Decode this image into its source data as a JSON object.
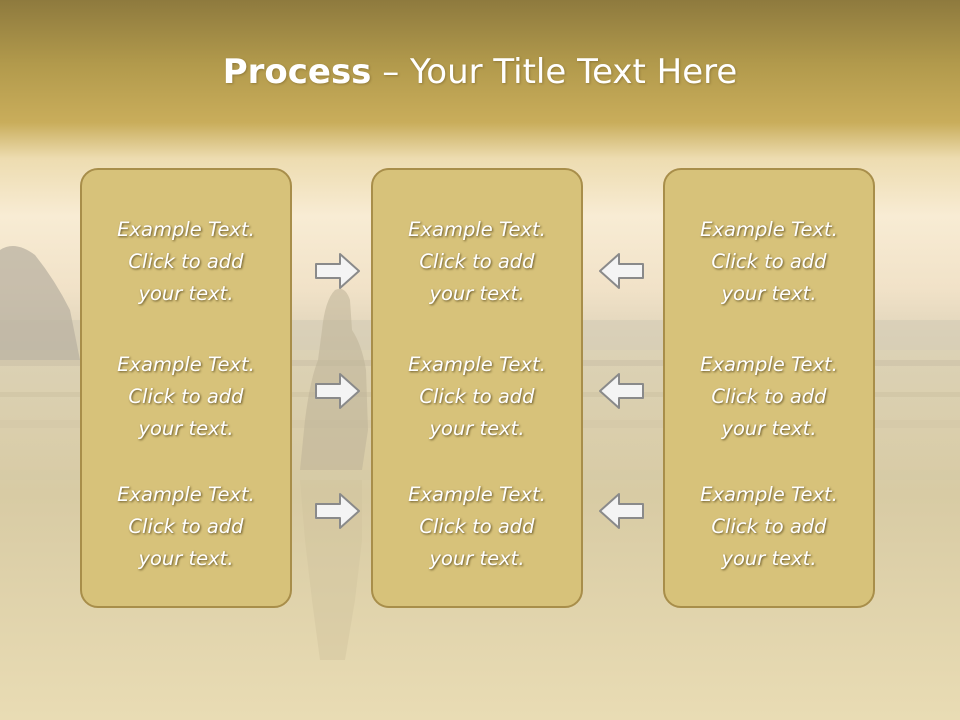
{
  "title": {
    "bold": "Process",
    "rest": " – Your Title Text Here"
  },
  "columns": [
    {
      "items": [
        "Example Text.\nClick  to add\nyour text.",
        "Example Text.\nClick  to add\nyour text.",
        "Example Text.\nClick  to add\nyour text."
      ]
    },
    {
      "items": [
        "Example Text.\nClick  to add\nyour text.",
        "Example Text.\nClick  to add\nyour text.",
        "Example Text.\nClick  to add\nyour text."
      ]
    },
    {
      "items": [
        "Example Text.\nClick  to add\nyour text.",
        "Example Text.\nClick  to add\nyour text.",
        "Example Text.\nClick  to add\nyour text."
      ]
    }
  ],
  "arrows": {
    "left_group": "right-arrow-icon",
    "right_group": "left-arrow-icon"
  },
  "colors": {
    "box_fill": "#d7c27a",
    "box_border": "#a88e4a",
    "header": "#c2a64e",
    "text": "#ffffff"
  }
}
